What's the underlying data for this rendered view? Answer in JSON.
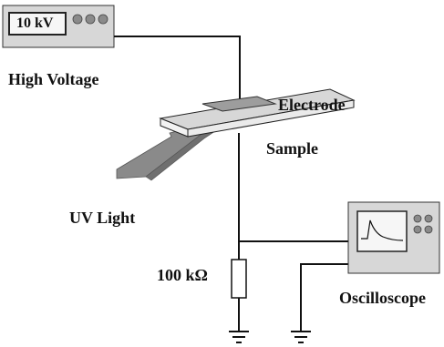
{
  "high_voltage": {
    "display_value": "10 kV",
    "label": "High Voltage"
  },
  "electrode_label": "Electrode",
  "sample_label": "Sample",
  "uv_light_label": "UV Light",
  "resistor_label": "100 kΩ",
  "oscilloscope_label": "Oscilloscope",
  "colors": {
    "device_fill": "#d7d7d7",
    "screen_fill": "#f6f6f6",
    "beam_fill": "#8a8a8a",
    "electrode_fill": "#9d9d9d",
    "wire": "#111111"
  }
}
